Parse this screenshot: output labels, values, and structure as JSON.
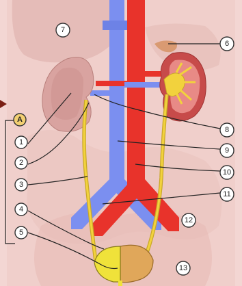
{
  "bracket_label": "A",
  "left_labels": [
    "1",
    "2",
    "3",
    "4",
    "5"
  ],
  "right_labels": [
    "6",
    "8",
    "9",
    "10",
    "11"
  ],
  "region_labels": [
    "7",
    "12",
    "13"
  ],
  "colors": {
    "background": "#f3d6d3",
    "body_shade": "#e9c0bb",
    "vein": "#7b8ff0",
    "artery": "#e8332b",
    "kidney": "#d9a3a0",
    "ureter": "#f2d23d",
    "bladder": "#f0e23a",
    "bladder_back": "#e0a75a"
  }
}
